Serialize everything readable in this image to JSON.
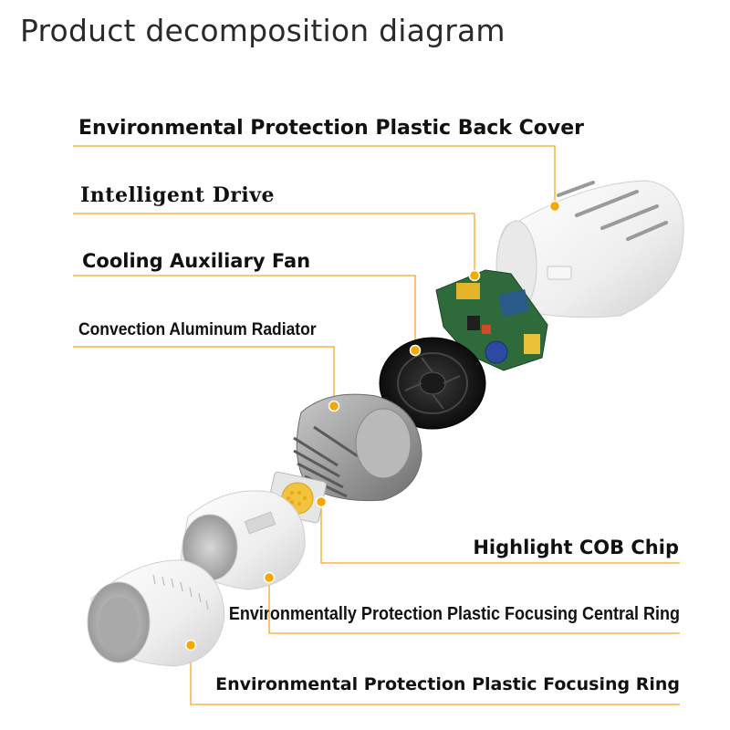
{
  "title": "Product decomposition diagram",
  "labels": {
    "back_cover": "Environmental Protection Plastic Back Cover",
    "intelligent_drive": "Intelligent Drive",
    "cooling_fan": "Cooling Auxiliary Fan",
    "radiator": "Convection Aluminum Radiator",
    "cob_chip": "Highlight COB Chip",
    "central_ring": "Environmentally Protection Plastic Focusing Central Ring",
    "focusing_ring": "Environmental Protection Plastic Focusing Ring"
  },
  "colors": {
    "leader_line": "#f5a623",
    "marker": "#f5a800",
    "text": "#111111"
  }
}
